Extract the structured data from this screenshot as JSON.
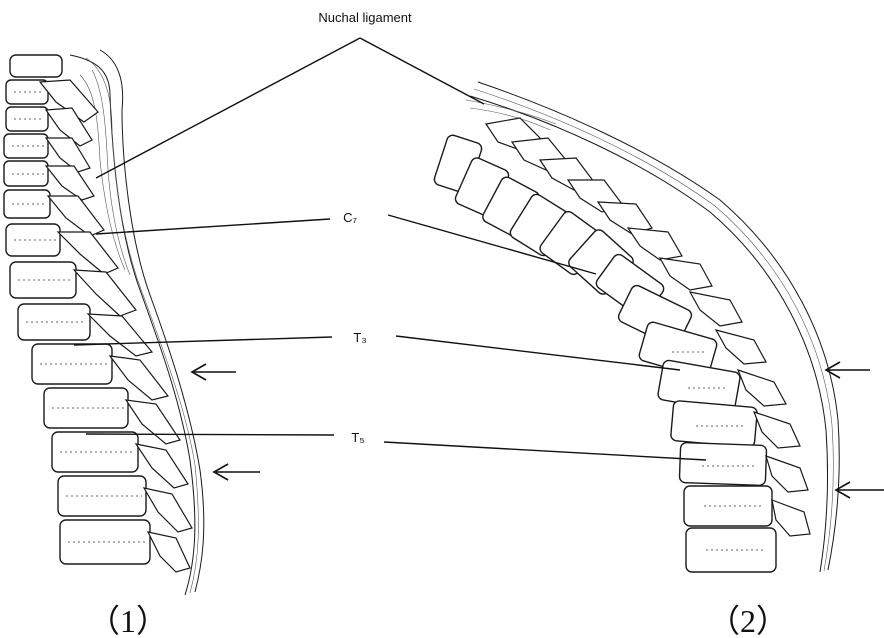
{
  "labels": {
    "nuchal": "Nuchal ligament",
    "c7": "C₇",
    "t3": "T₃",
    "t5": "T₅"
  },
  "captions": {
    "left": "（1）",
    "right": "（2）"
  }
}
